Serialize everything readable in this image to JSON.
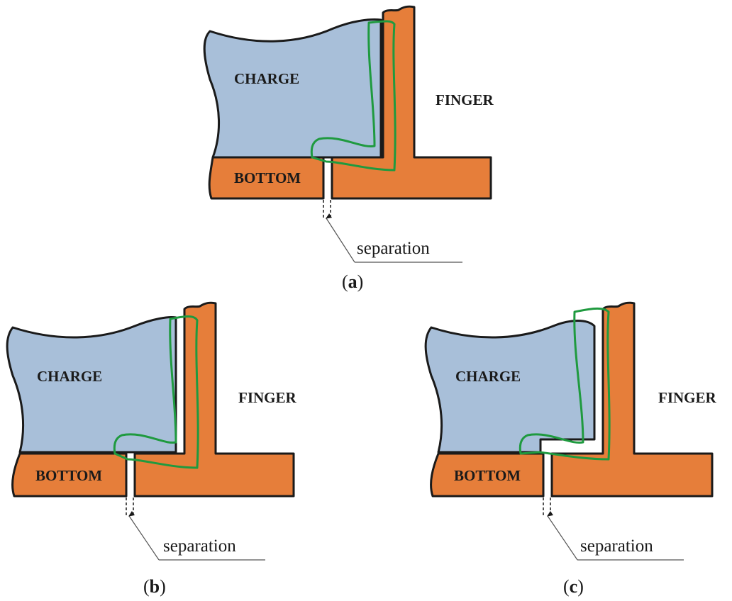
{
  "panels": [
    {
      "id": "a",
      "charge": "CHARGE",
      "finger": "FINGER",
      "bottom": "BOTTOM",
      "separation": "separation",
      "caption_letter": "a"
    },
    {
      "id": "b",
      "charge": "CHARGE",
      "finger": "FINGER",
      "bottom": "BOTTOM",
      "separation": "separation",
      "caption_letter": "b"
    },
    {
      "id": "c",
      "charge": "CHARGE",
      "finger": "FINGER",
      "bottom": "BOTTOM",
      "separation": "separation",
      "caption_letter": "c"
    }
  ],
  "colors": {
    "charge": "#a8bfd9",
    "metal": "#e67e3a",
    "contour": "#1f9a3f",
    "outline": "#1a1a1a"
  }
}
